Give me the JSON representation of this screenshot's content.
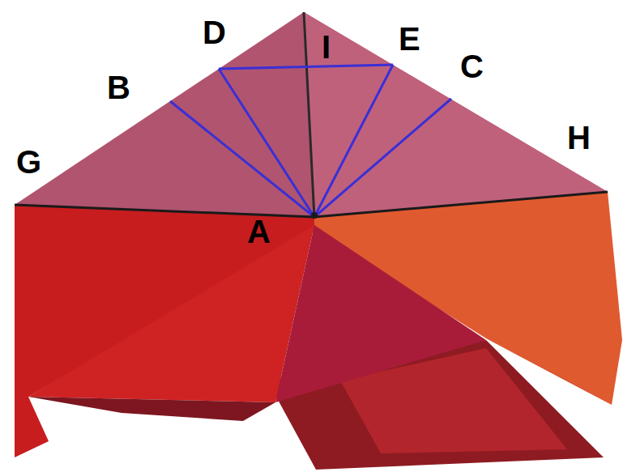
{
  "diagram": {
    "labels": [
      "D",
      "I",
      "E",
      "B",
      "C",
      "G",
      "H",
      "A"
    ]
  }
}
